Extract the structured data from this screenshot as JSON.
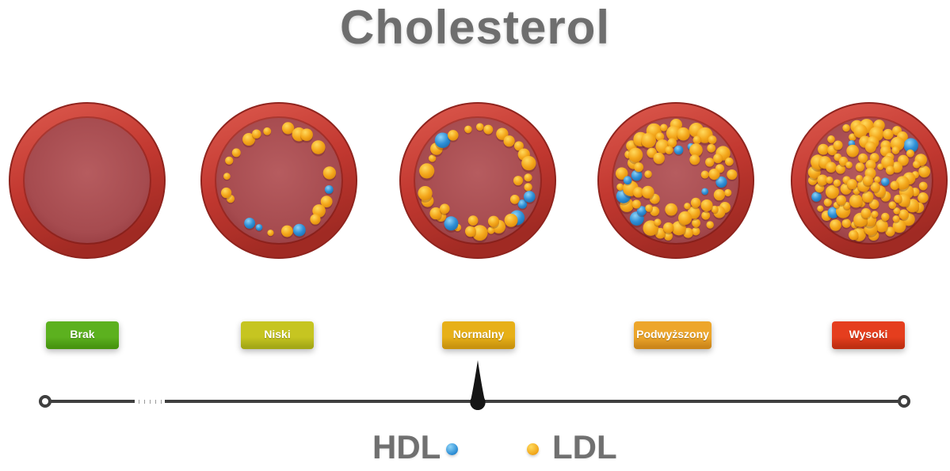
{
  "title": "Cholesterol",
  "levels": [
    {
      "label": "Brak",
      "plaque": "none",
      "button_bg": "#5cb11f",
      "button_edge": "#47950f"
    },
    {
      "label": "Niski",
      "plaque": "low",
      "button_bg": "#c6c521",
      "button_edge": "#a4a816"
    },
    {
      "label": "Normalny",
      "plaque": "normal",
      "button_bg": "#e7b018",
      "button_edge": "#c9930e"
    },
    {
      "label": "Podwyższony",
      "plaque": "elevated",
      "button_bg": "#eda62b",
      "button_edge": "#cc861a"
    },
    {
      "label": "Wysoki",
      "plaque": "high",
      "button_bg": "#e53e1e",
      "button_edge": "#bf2f12"
    }
  ],
  "scale": {
    "pointer_level": "Normalny",
    "pointer_index": 2
  },
  "legend": [
    {
      "label": "HDL",
      "color": "#2e8fd6"
    },
    {
      "label": "LDL",
      "color": "#f2a91c"
    }
  ],
  "colors": {
    "title_text": "#6e6e6e",
    "legend_text": "#707070",
    "vessel_wall": "#c13a33",
    "vessel_wall_dark": "#9c2b25",
    "vessel_lumen": "#a64b4f",
    "ldl_dot": "#f2a91c",
    "hdl_dot": "#2e8fd6",
    "scale_line": "#3f3f3f",
    "needle": "#151515"
  }
}
